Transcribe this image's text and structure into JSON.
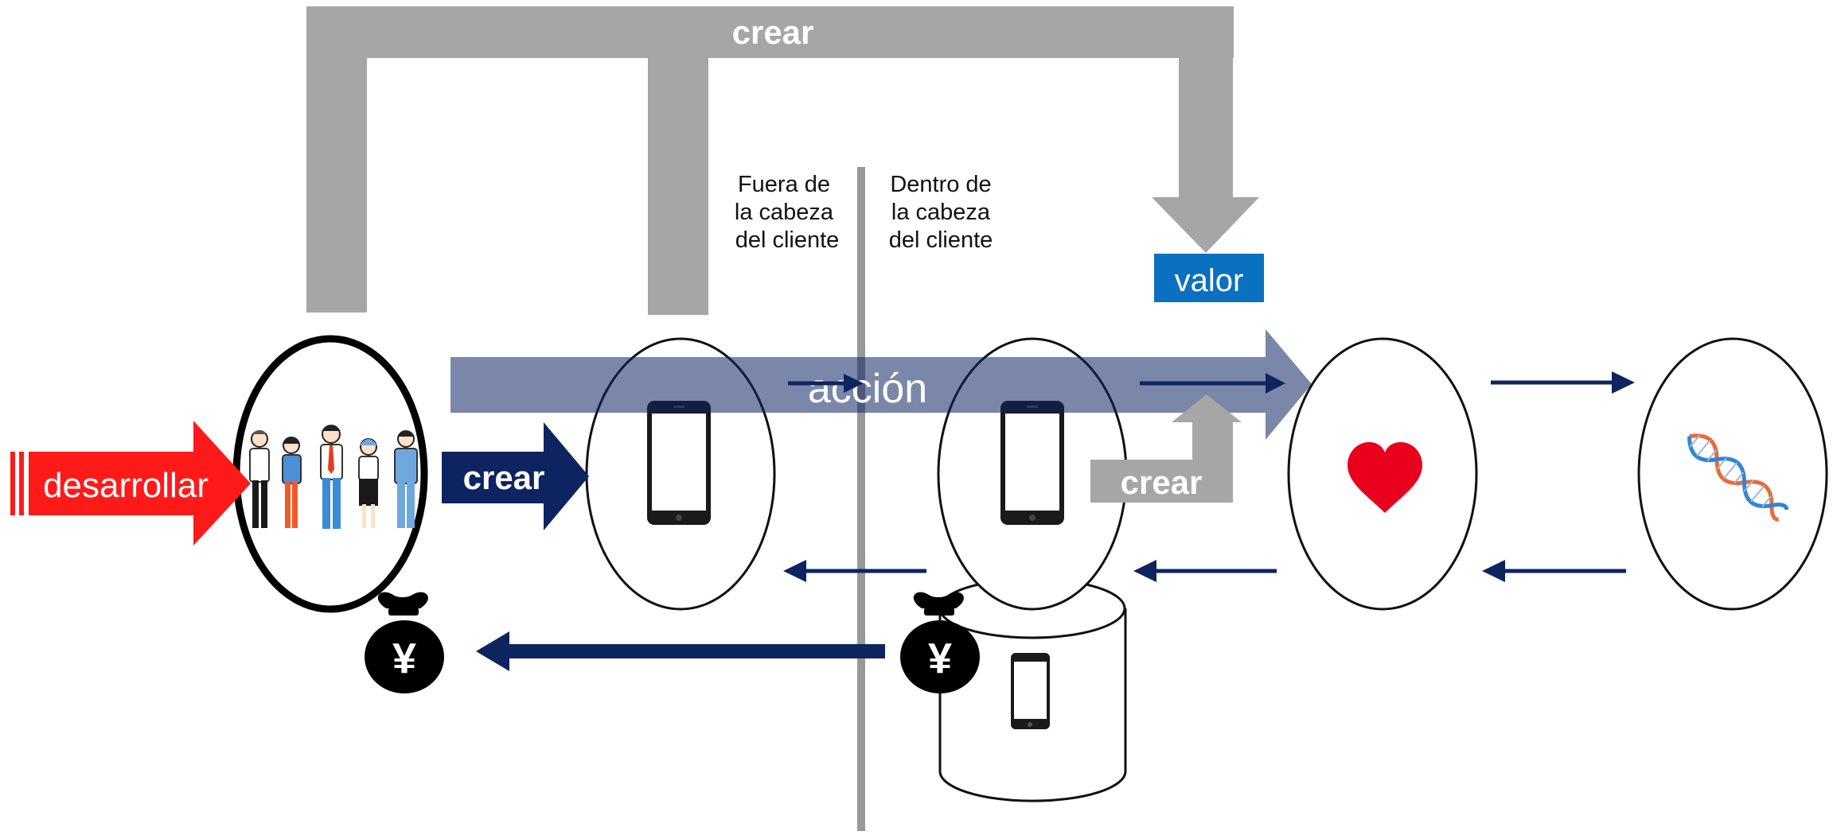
{
  "labels": {
    "crear_top": "crear",
    "valor": "valor",
    "accion": "acción",
    "desarrollar": "desarrollar",
    "crear_navy": "crear",
    "crear_gray": "crear",
    "outside_line1": "Fuera de",
    "outside_line2": "la cabeza",
    "outside_line3": "del cliente",
    "inside_line1": "Dentro de",
    "inside_line2": "la cabeza",
    "inside_line3": "del cliente",
    "yen_left": "¥",
    "yen_right": "¥"
  },
  "colors": {
    "gray": "#a6a6a6",
    "navy": "#0d2461",
    "accion_band": "#7a8fb8",
    "valor_blue": "#0a70c0",
    "red": "#ff1a1a",
    "heart": "#e8001c",
    "divider": "#999999"
  },
  "icons": [
    "people-group-icon",
    "smartphone-icon",
    "heart-icon",
    "dna-icon",
    "money-bag-icon",
    "database-cylinder-icon"
  ]
}
